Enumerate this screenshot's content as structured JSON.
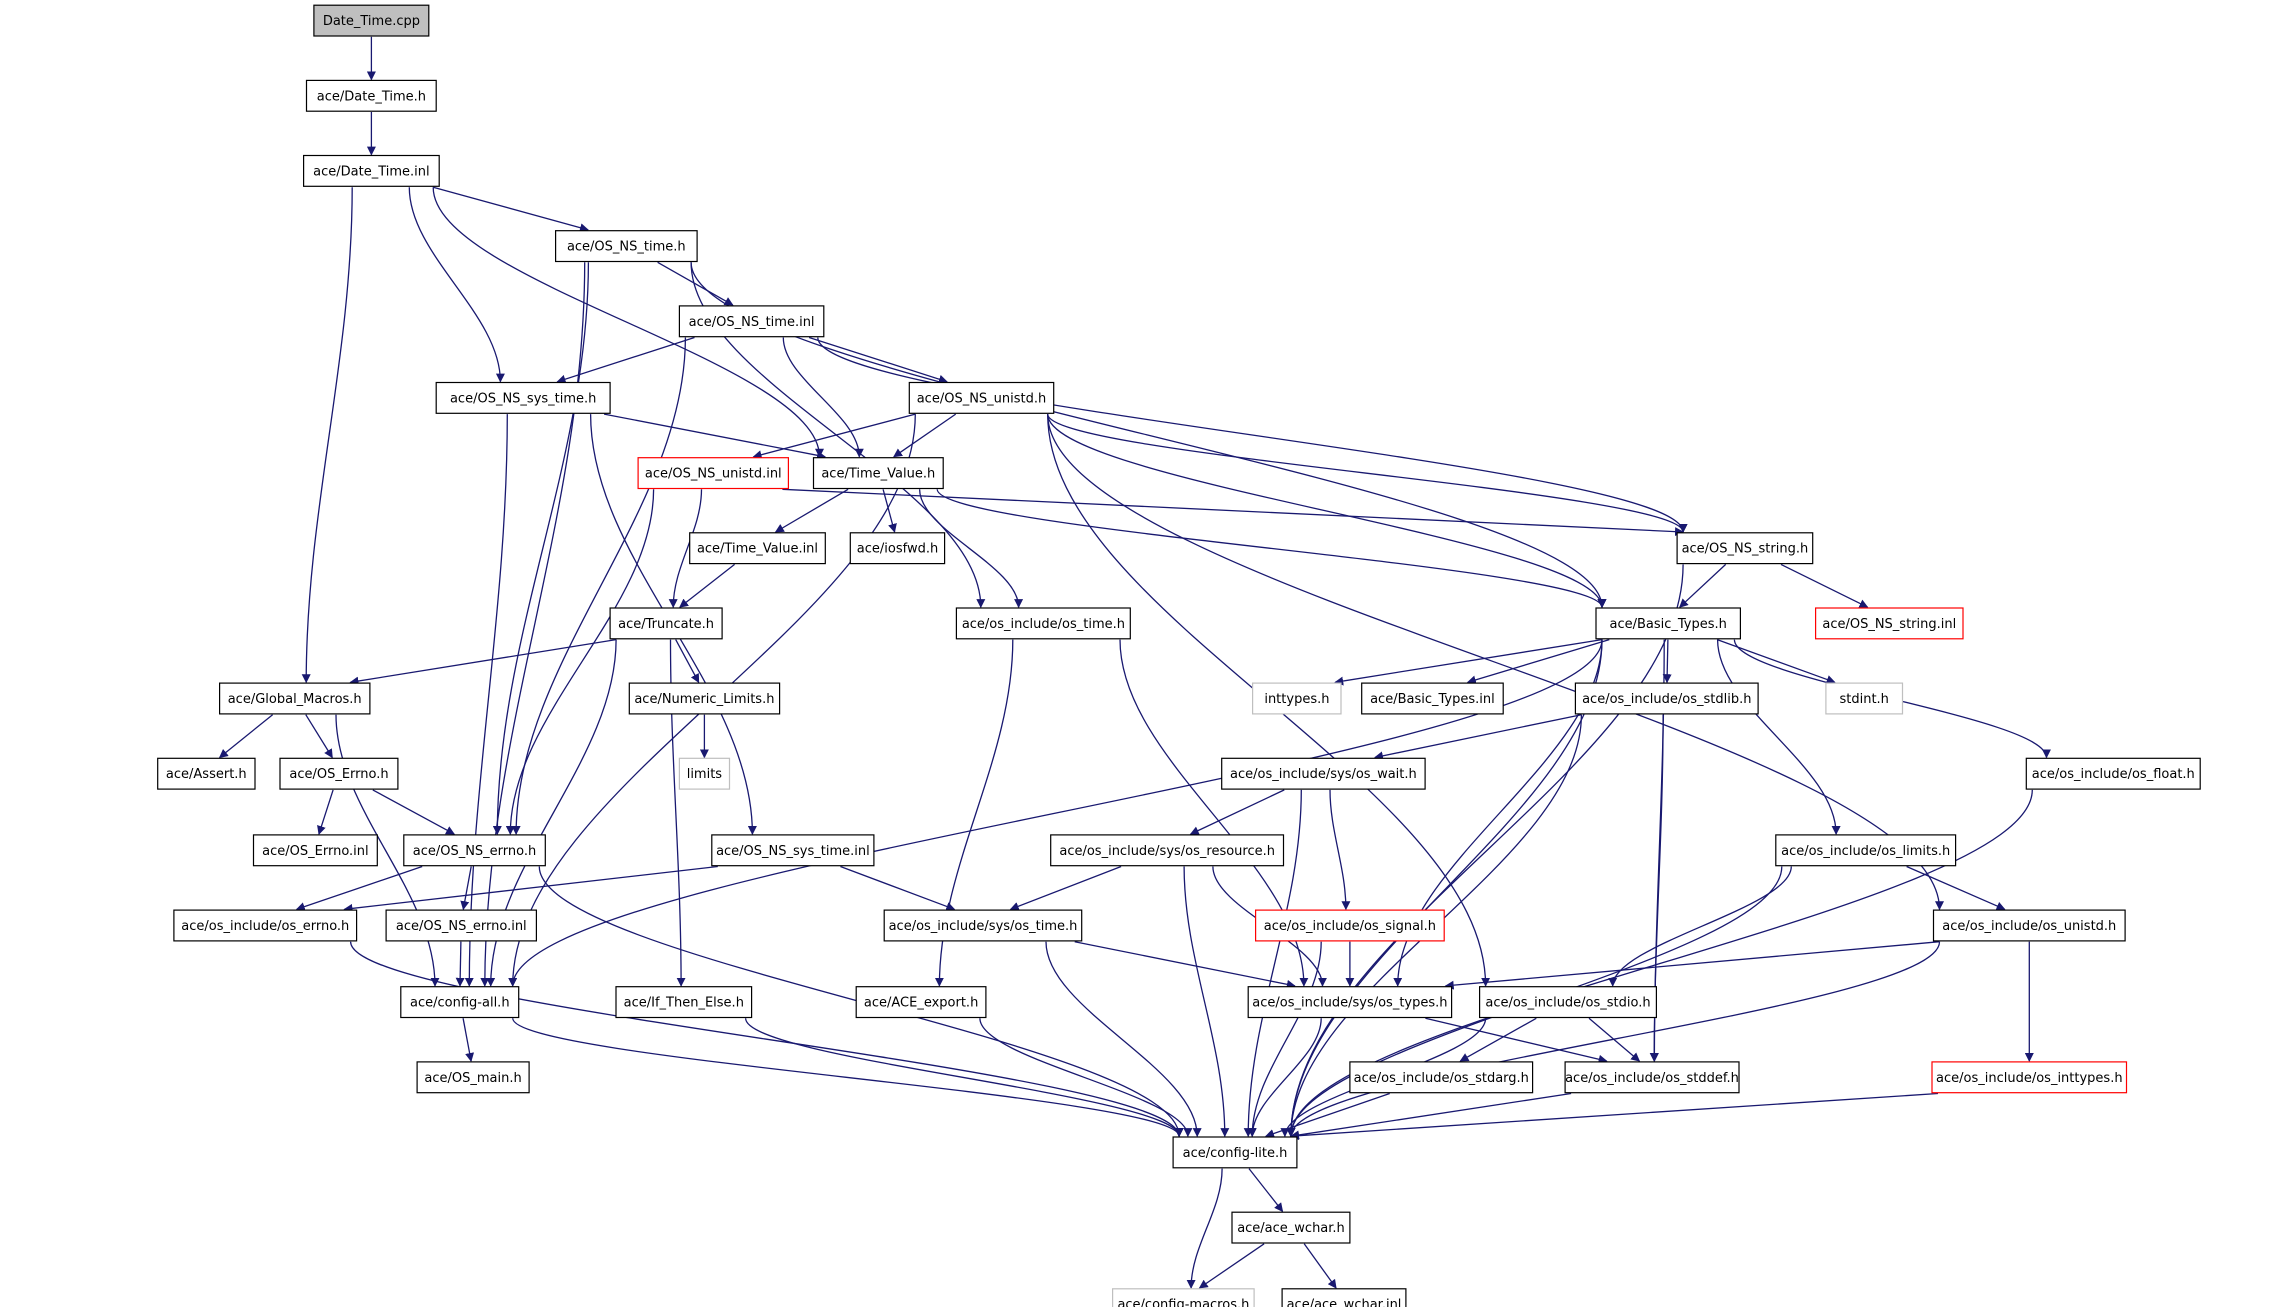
{
  "diagram": {
    "colors": {
      "edge": "#191970",
      "border": "#000000",
      "missing_border": "#bfbfbf",
      "error_border": "#ff0000",
      "root_fill": "#bfbfbf",
      "fill": "#ffffff"
    },
    "nodes": [
      {
        "id": "n0",
        "label": "Date_Time.cpp",
        "style": "root"
      },
      {
        "id": "n1",
        "label": "ace/Date_Time.h",
        "style": "normal"
      },
      {
        "id": "n2",
        "label": "ace/Date_Time.inl",
        "style": "normal"
      },
      {
        "id": "n3",
        "label": "ace/OS_NS_time.h",
        "style": "normal"
      },
      {
        "id": "n4",
        "label": "ace/OS_NS_time.inl",
        "style": "normal"
      },
      {
        "id": "n5",
        "label": "ace/OS_NS_sys_time.h",
        "style": "normal"
      },
      {
        "id": "n6",
        "label": "ace/OS_NS_unistd.h",
        "style": "normal"
      },
      {
        "id": "n7",
        "label": "ace/OS_NS_unistd.inl",
        "style": "red"
      },
      {
        "id": "n8",
        "label": "ace/Time_Value.h",
        "style": "normal"
      },
      {
        "id": "n9",
        "label": "ace/Time_Value.inl",
        "style": "normal"
      },
      {
        "id": "n10",
        "label": "ace/iosfwd.h",
        "style": "normal"
      },
      {
        "id": "n11",
        "label": "ace/OS_NS_string.h",
        "style": "normal"
      },
      {
        "id": "n12",
        "label": "ace/OS_NS_string.inl",
        "style": "red"
      },
      {
        "id": "n13",
        "label": "ace/Truncate.h",
        "style": "normal"
      },
      {
        "id": "n14",
        "label": "ace/os_include/os_time.h",
        "style": "normal"
      },
      {
        "id": "n15",
        "label": "ace/Basic_Types.h",
        "style": "normal"
      },
      {
        "id": "n16",
        "label": "ace/Global_Macros.h",
        "style": "normal"
      },
      {
        "id": "n17",
        "label": "ace/Numeric_Limits.h",
        "style": "normal"
      },
      {
        "id": "n18",
        "label": "inttypes.h",
        "style": "gray"
      },
      {
        "id": "n19",
        "label": "ace/Basic_Types.inl",
        "style": "normal"
      },
      {
        "id": "n20",
        "label": "ace/os_include/os_stdlib.h",
        "style": "normal"
      },
      {
        "id": "n21",
        "label": "stdint.h",
        "style": "gray"
      },
      {
        "id": "n22",
        "label": "ace/Assert.h",
        "style": "normal"
      },
      {
        "id": "n23",
        "label": "ace/OS_Errno.h",
        "style": "normal"
      },
      {
        "id": "n24",
        "label": "limits",
        "style": "gray"
      },
      {
        "id": "n25",
        "label": "ace/os_include/sys/os_wait.h",
        "style": "normal"
      },
      {
        "id": "n26",
        "label": "ace/os_include/os_float.h",
        "style": "normal"
      },
      {
        "id": "n27",
        "label": "ace/OS_Errno.inl",
        "style": "normal"
      },
      {
        "id": "n28",
        "label": "ace/OS_NS_errno.h",
        "style": "normal"
      },
      {
        "id": "n29",
        "label": "ace/OS_NS_sys_time.inl",
        "style": "normal"
      },
      {
        "id": "n30",
        "label": "ace/os_include/sys/os_resource.h",
        "style": "normal"
      },
      {
        "id": "n31",
        "label": "ace/os_include/os_limits.h",
        "style": "normal"
      },
      {
        "id": "n32",
        "label": "ace/os_include/os_errno.h",
        "style": "normal"
      },
      {
        "id": "n33",
        "label": "ace/OS_NS_errno.inl",
        "style": "normal"
      },
      {
        "id": "n34",
        "label": "ace/os_include/sys/os_time.h",
        "style": "normal"
      },
      {
        "id": "n35",
        "label": "ace/os_include/os_signal.h",
        "style": "red"
      },
      {
        "id": "n36",
        "label": "ace/os_include/os_unistd.h",
        "style": "normal"
      },
      {
        "id": "n37",
        "label": "ace/config-all.h",
        "style": "normal"
      },
      {
        "id": "n38",
        "label": "ace/If_Then_Else.h",
        "style": "normal"
      },
      {
        "id": "n39",
        "label": "ace/ACE_export.h",
        "style": "normal"
      },
      {
        "id": "n40",
        "label": "ace/os_include/sys/os_types.h",
        "style": "normal"
      },
      {
        "id": "n41",
        "label": "ace/os_include/os_stdio.h",
        "style": "normal"
      },
      {
        "id": "n42",
        "label": "ace/OS_main.h",
        "style": "normal"
      },
      {
        "id": "n43",
        "label": "ace/os_include/os_stdarg.h",
        "style": "normal"
      },
      {
        "id": "n44",
        "label": "ace/os_include/os_stddef.h",
        "style": "normal"
      },
      {
        "id": "n45",
        "label": "ace/os_include/os_inttypes.h",
        "style": "red"
      },
      {
        "id": "n46",
        "label": "ace/config-lite.h",
        "style": "normal"
      },
      {
        "id": "n47",
        "label": "ace/ace_wchar.h",
        "style": "normal"
      },
      {
        "id": "n48",
        "label": "ace/config-macros.h",
        "style": "gray"
      },
      {
        "id": "n49",
        "label": "ace/ace_wchar.inl",
        "style": "normal"
      }
    ],
    "edges": [
      [
        "n0",
        "n1"
      ],
      [
        "n1",
        "n2"
      ],
      [
        "n2",
        "n3"
      ],
      [
        "n2",
        "n16"
      ],
      [
        "n2",
        "n5"
      ],
      [
        "n2",
        "n8"
      ],
      [
        "n3",
        "n4"
      ],
      [
        "n3",
        "n37"
      ],
      [
        "n3",
        "n28"
      ],
      [
        "n3",
        "n14"
      ],
      [
        "n3",
        "n15"
      ],
      [
        "n4",
        "n5"
      ],
      [
        "n4",
        "n6"
      ],
      [
        "n4",
        "n8"
      ],
      [
        "n4",
        "n28"
      ],
      [
        "n4",
        "n11"
      ],
      [
        "n5",
        "n8"
      ],
      [
        "n5",
        "n29"
      ],
      [
        "n5",
        "n37"
      ],
      [
        "n6",
        "n7"
      ],
      [
        "n6",
        "n8"
      ],
      [
        "n6",
        "n15"
      ],
      [
        "n6",
        "n11"
      ],
      [
        "n6",
        "n37"
      ],
      [
        "n6",
        "n41"
      ],
      [
        "n6",
        "n36"
      ],
      [
        "n7",
        "n13"
      ],
      [
        "n7",
        "n28"
      ],
      [
        "n7",
        "n11"
      ],
      [
        "n8",
        "n9"
      ],
      [
        "n8",
        "n10"
      ],
      [
        "n8",
        "n14"
      ],
      [
        "n8",
        "n15"
      ],
      [
        "n9",
        "n13"
      ],
      [
        "n11",
        "n12"
      ],
      [
        "n11",
        "n15"
      ],
      [
        "n11",
        "n46"
      ],
      [
        "n13",
        "n16"
      ],
      [
        "n13",
        "n17"
      ],
      [
        "n13",
        "n38"
      ],
      [
        "n13",
        "n37"
      ],
      [
        "n14",
        "n39"
      ],
      [
        "n14",
        "n40"
      ],
      [
        "n15",
        "n18"
      ],
      [
        "n15",
        "n19"
      ],
      [
        "n15",
        "n20"
      ],
      [
        "n15",
        "n21"
      ],
      [
        "n15",
        "n26"
      ],
      [
        "n15",
        "n31"
      ],
      [
        "n15",
        "n40"
      ],
      [
        "n15",
        "n44"
      ],
      [
        "n15",
        "n46"
      ],
      [
        "n15",
        "n37"
      ],
      [
        "n16",
        "n22"
      ],
      [
        "n16",
        "n23"
      ],
      [
        "n16",
        "n37"
      ],
      [
        "n17",
        "n24"
      ],
      [
        "n20",
        "n25"
      ],
      [
        "n20",
        "n44"
      ],
      [
        "n20",
        "n46"
      ],
      [
        "n23",
        "n27"
      ],
      [
        "n23",
        "n28"
      ],
      [
        "n25",
        "n30"
      ],
      [
        "n25",
        "n35"
      ],
      [
        "n25",
        "n46"
      ],
      [
        "n26",
        "n46"
      ],
      [
        "n28",
        "n32"
      ],
      [
        "n28",
        "n33"
      ],
      [
        "n28",
        "n46"
      ],
      [
        "n29",
        "n32"
      ],
      [
        "n29",
        "n34"
      ],
      [
        "n30",
        "n34"
      ],
      [
        "n30",
        "n40"
      ],
      [
        "n30",
        "n46"
      ],
      [
        "n31",
        "n36"
      ],
      [
        "n31",
        "n41"
      ],
      [
        "n31",
        "n46"
      ],
      [
        "n32",
        "n46"
      ],
      [
        "n33",
        "n37"
      ],
      [
        "n34",
        "n40"
      ],
      [
        "n34",
        "n46"
      ],
      [
        "n35",
        "n40"
      ],
      [
        "n35",
        "n46"
      ],
      [
        "n36",
        "n40"
      ],
      [
        "n36",
        "n45"
      ],
      [
        "n36",
        "n46"
      ],
      [
        "n37",
        "n42"
      ],
      [
        "n37",
        "n46"
      ],
      [
        "n38",
        "n46"
      ],
      [
        "n39",
        "n46"
      ],
      [
        "n40",
        "n44"
      ],
      [
        "n40",
        "n46"
      ],
      [
        "n41",
        "n43"
      ],
      [
        "n41",
        "n44"
      ],
      [
        "n41",
        "n46"
      ],
      [
        "n43",
        "n46"
      ],
      [
        "n44",
        "n46"
      ],
      [
        "n45",
        "n46"
      ],
      [
        "n46",
        "n47"
      ],
      [
        "n46",
        "n48"
      ],
      [
        "n47",
        "n48"
      ],
      [
        "n47",
        "n49"
      ]
    ]
  }
}
